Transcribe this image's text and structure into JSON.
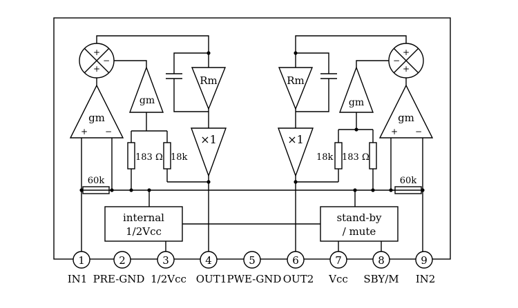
{
  "diagram": {
    "pins": [
      {
        "num": "1",
        "label": "IN1"
      },
      {
        "num": "2",
        "label": "PRE-GND"
      },
      {
        "num": "3",
        "label": "1/2Vcc"
      },
      {
        "num": "4",
        "label": "OUT1"
      },
      {
        "num": "5",
        "label": "PWE-GND"
      },
      {
        "num": "6",
        "label": "OUT2"
      },
      {
        "num": "7",
        "label": "Vcc"
      },
      {
        "num": "8",
        "label": "SBY/M"
      },
      {
        "num": "9",
        "label": "IN2"
      }
    ],
    "blocks": {
      "internal_line1": "internal",
      "internal_line2": "1/2Vcc",
      "standby_line1": "stand-by",
      "standby_line2": "/ mute"
    },
    "amps": {
      "gm": "gm",
      "rm": "Rm",
      "buffer": "×1"
    },
    "components": {
      "res_60k": "60k",
      "res_183": "183 Ω",
      "res_18k": "18k"
    },
    "signs": {
      "plus": "+",
      "minus": "−"
    }
  }
}
